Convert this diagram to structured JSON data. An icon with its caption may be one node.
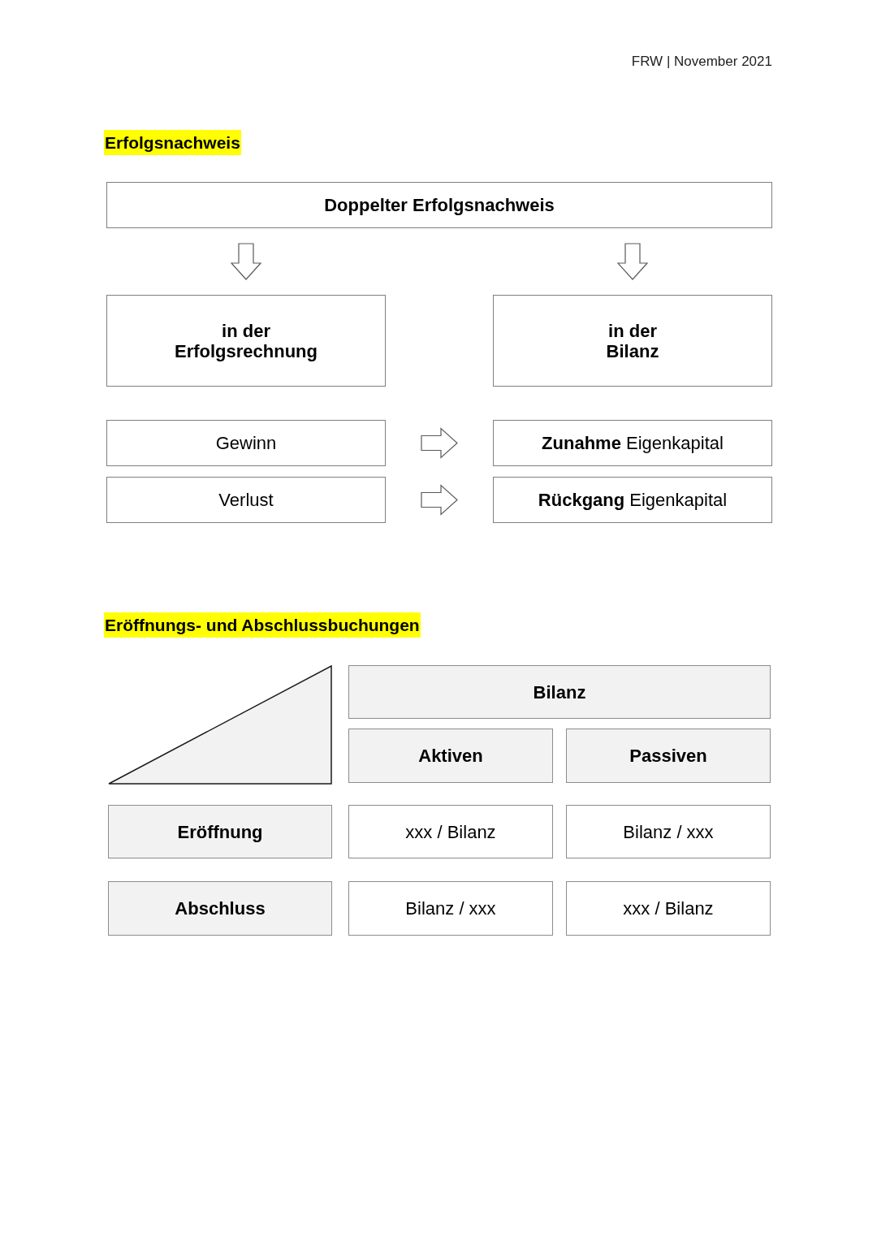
{
  "diagram": {
    "nodes": [
      {
        "text": [
          "Doppelter Erfolgsnachweis"
        ]
      },
      {
        "text": [
          "in der Erfolgsrechnung"
        ]
      },
      {
        "text": [
          "in der Bilanz"
        ]
      },
      {
        "text": [
          "Gewinn"
        ]
      },
      {
        "text": [
          "**Zunahme** Eigenkapital"
        ]
      },
      {
        "text": [
          "Verlust"
        ]
      },
      {
        "text": [
          "**Rückgang** Eigenkapital"
        ]
      },
      {
        "text": [],
        "shape": "triangle"
      },
      {
        "text": [
          "Bilanz"
        ]
      },
      {
        "text": [
          "Aktiven"
        ]
      },
      {
        "text": [
          "Passiven"
        ]
      },
      {
        "text": [
          "Eröffnung"
        ]
      },
      {
        "text": [
          "xxx / Bilanz"
        ]
      },
      {
        "text": [
          "Bilanz / xxx"
        ]
      },
      {
        "text": [
          "Abschluss"
        ]
      },
      {
        "text": [
          "Bilanz / xxx"
        ]
      },
      {
        "text": [
          "xxx / Bilanz"
        ]
      }
    ],
    "edges": [
      {
        "from": 0,
        "to": 1,
        "arrow": "to"
      },
      {
        "from": 0,
        "to": 2,
        "arrow": "to"
      },
      {
        "from": 3,
        "to": 4,
        "arrow": "to"
      },
      {
        "from": 5,
        "to": 6,
        "arrow": "to"
      }
    ],
    "labels": [
      "FRW | November 2021",
      "Erfolgsnachweis",
      "Eröffnungs- und Abschlussbuchungen"
    ]
  }
}
